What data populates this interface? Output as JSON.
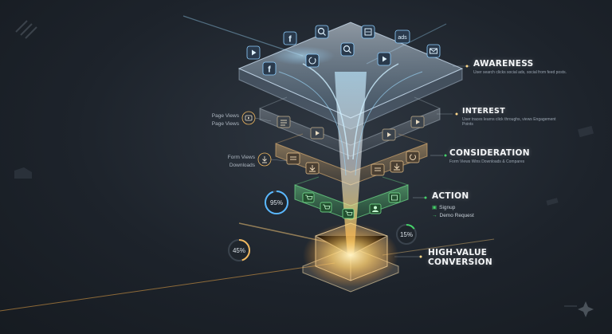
{
  "stages": [
    {
      "title": "AWARENESS",
      "desc": "User search clicks social ads, social from feed posts."
    },
    {
      "title": "INTEREST",
      "desc": "User traces learns click throughs, views Engagement Points"
    },
    {
      "title": "CONSIDERATION",
      "desc": "Form Views Wins Downloads & Compares"
    },
    {
      "title": "ACTION",
      "bullets": [
        "Signup",
        "Demo Request"
      ]
    },
    {
      "title": "HIGH-VALUE",
      "title2": "CONVERSION"
    }
  ],
  "left_labels": {
    "interest": [
      "Page Views",
      "Page Views"
    ],
    "consideration": [
      "Form Views",
      "Downloads"
    ]
  },
  "rings": [
    {
      "label": "95%",
      "value": 0.95
    },
    {
      "label": "45%",
      "value": 0.45
    },
    {
      "label": "15%",
      "value": 0.15
    }
  ],
  "icons": [
    "facebook-icon",
    "search-icon",
    "image-icon",
    "ads-icon",
    "video-icon",
    "mail-icon",
    "document-icon",
    "download-icon",
    "cart-icon",
    "refresh-icon"
  ],
  "ads_text": "ads",
  "colors": {
    "accent_blue": "#7fd3ff",
    "accent_green": "#46d36a",
    "accent_orange": "#f0b860",
    "accent_gold": "#ffd98a"
  }
}
